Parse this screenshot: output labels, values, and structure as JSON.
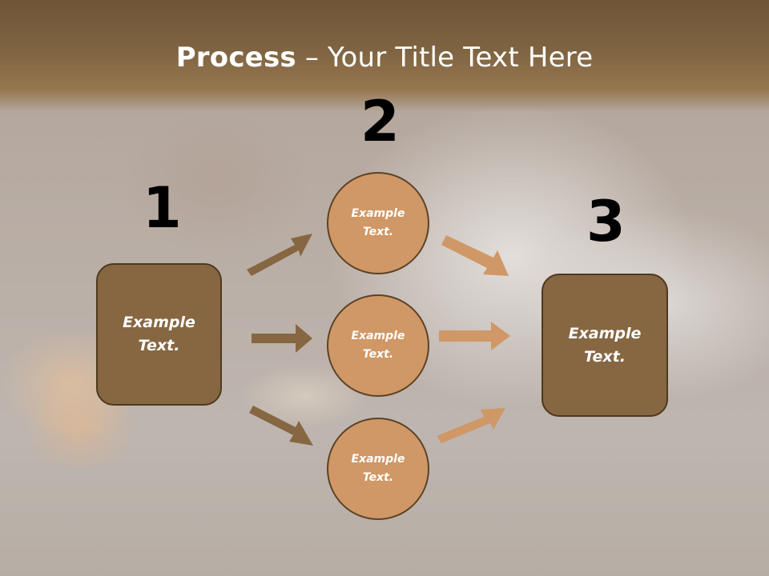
{
  "slide": {
    "title_bold": "Process",
    "title_rest": " – Your Title Text Here"
  },
  "steps": [
    {
      "number": "1",
      "text": "Example\nText."
    },
    {
      "number": "2",
      "items": [
        "Example\nText.",
        "Example\nText.",
        "Example\nText."
      ]
    },
    {
      "number": "3",
      "text": "Example\nText."
    }
  ],
  "colors": {
    "dark_box": "#866742",
    "circle": "#cf9866",
    "arrow_dark": "#866742",
    "arrow_light": "#cf9866"
  }
}
